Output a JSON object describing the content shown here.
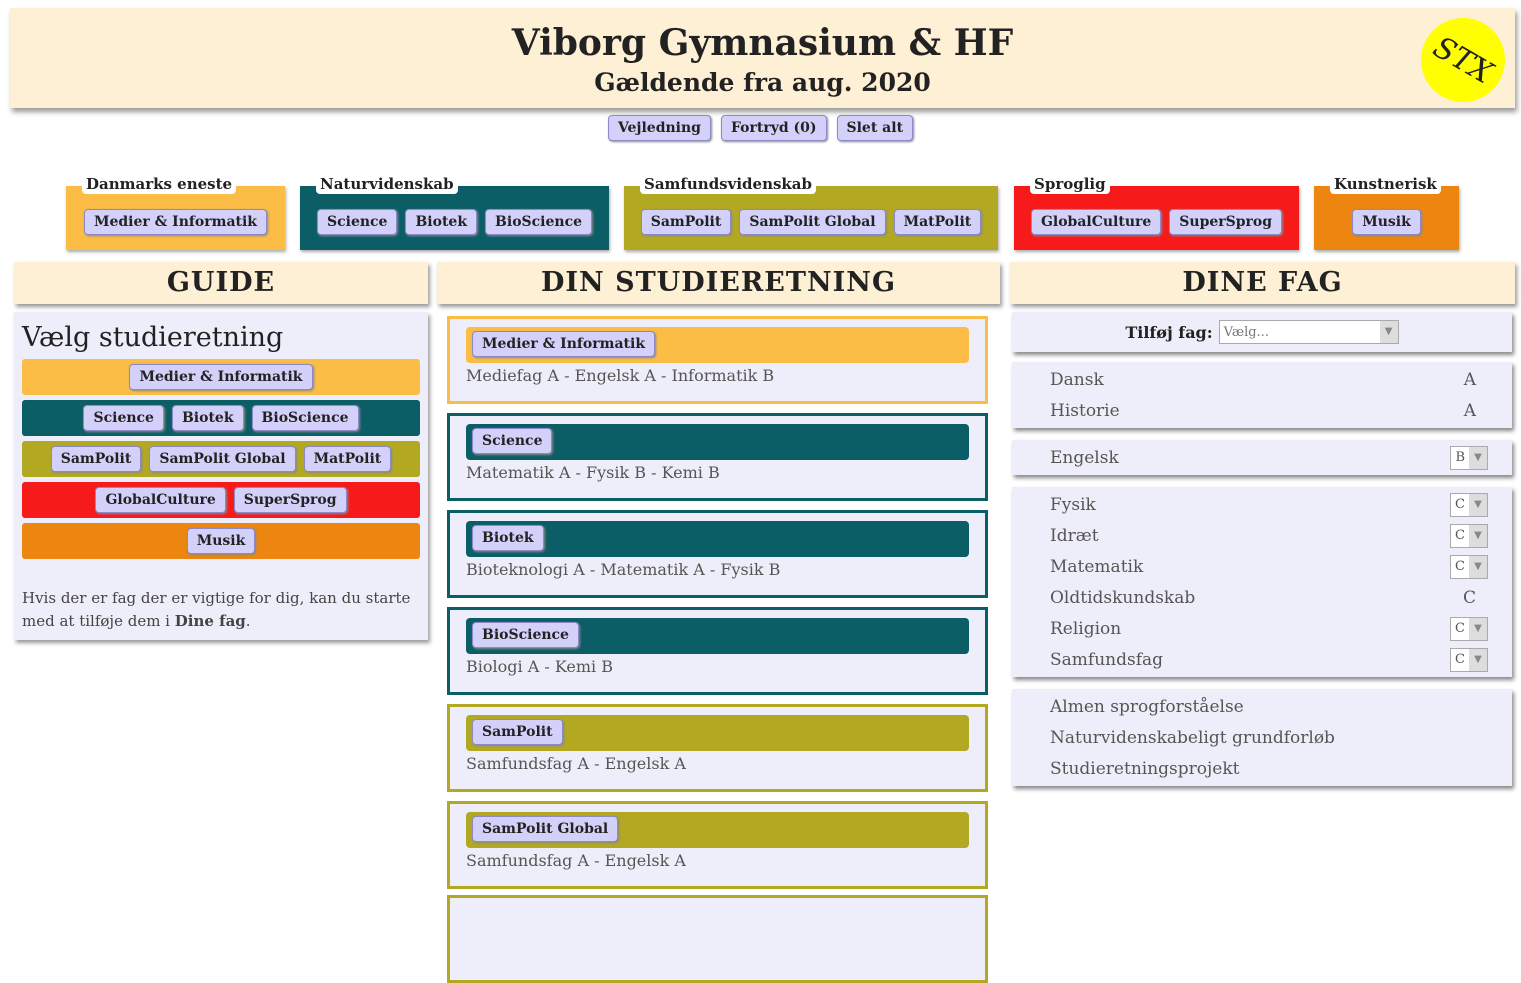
{
  "header": {
    "title": "Viborg Gymnasium & HF",
    "subtitle": "Gældende fra aug. 2020",
    "badge": "STX"
  },
  "toolbar": {
    "guide": "Vejledning",
    "undo": "Fortryd (0)",
    "clear": "Slet alt"
  },
  "categories": [
    {
      "label": "Danmarks eneste",
      "color": "#fbbd45",
      "items": [
        "Medier & Informatik"
      ]
    },
    {
      "label": "Naturvidenskab",
      "color": "#0b5e66",
      "items": [
        "Science",
        "Biotek",
        "BioScience"
      ]
    },
    {
      "label": "Samfundsvidenskab",
      "color": "#b2a822",
      "items": [
        "SamPolit",
        "SamPolit Global",
        "MatPolit"
      ]
    },
    {
      "label": "Sproglig",
      "color": "#f61a1a",
      "items": [
        "GlobalCulture",
        "SuperSprog"
      ]
    },
    {
      "label": "Kunstnerisk",
      "color": "#ec8610",
      "items": [
        "Musik"
      ]
    }
  ],
  "columns": {
    "guide": "GUIDE",
    "study": "DIN STUDIERETNING",
    "subjects": "DINE FAG"
  },
  "guide": {
    "title": "Vælg studieretning",
    "note_prefix": "Hvis der er fag der er vigtige for dig, kan du starte med at tilføje dem i ",
    "note_bold": "Dine fag",
    "note_suffix": "."
  },
  "studies": [
    {
      "name": "Medier & Informatik",
      "color": "#fbbd45",
      "subjects": "Mediefag A - Engelsk A - Informatik B"
    },
    {
      "name": "Science",
      "color": "#0b5e66",
      "subjects": "Matematik A - Fysik B - Kemi B"
    },
    {
      "name": "Biotek",
      "color": "#0b5e66",
      "subjects": "Bioteknologi A - Matematik A - Fysik B"
    },
    {
      "name": "BioScience",
      "color": "#0b5e66",
      "subjects": "Biologi A - Kemi B"
    },
    {
      "name": "SamPolit",
      "color": "#b2a822",
      "subjects": "Samfundsfag A - Engelsk A"
    },
    {
      "name": "SamPolit Global",
      "color": "#b2a822",
      "subjects": "Samfundsfag A - Engelsk A"
    }
  ],
  "subjects": {
    "add_label": "Tilføj fag:",
    "add_placeholder": "Vælg...",
    "groups": [
      [
        {
          "name": "Dansk",
          "level": "A",
          "select": false
        },
        {
          "name": "Historie",
          "level": "A",
          "select": false
        }
      ],
      [
        {
          "name": "Engelsk",
          "level": "B",
          "select": true
        }
      ],
      [
        {
          "name": "Fysik",
          "level": "C",
          "select": true
        },
        {
          "name": "Idræt",
          "level": "C",
          "select": true
        },
        {
          "name": "Matematik",
          "level": "C",
          "select": true
        },
        {
          "name": "Oldtidskundskab",
          "level": "C",
          "select": false
        },
        {
          "name": "Religion",
          "level": "C",
          "select": true
        },
        {
          "name": "Samfundsfag",
          "level": "C",
          "select": true
        }
      ],
      [
        {
          "name": "Almen sprogforståelse"
        },
        {
          "name": "Naturvidenskabeligt grundforløb"
        },
        {
          "name": "Studieretningsprojekt"
        }
      ]
    ]
  }
}
